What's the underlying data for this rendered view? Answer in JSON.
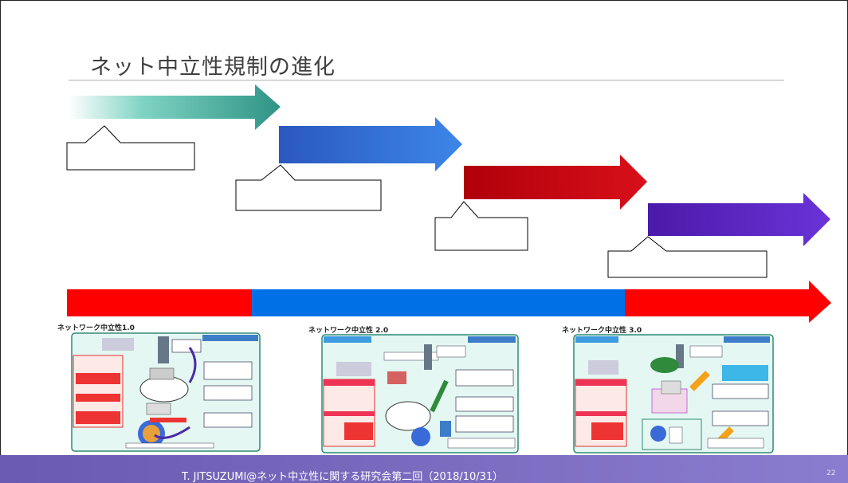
{
  "slide": {
    "title": "ネット中立性規制の進化",
    "footer_text": "T. JITSUZUMI@ネット中立性に関する研究会第二回（2018/10/31）",
    "page_number": "22"
  },
  "colors": {
    "arrow1": "#2e9d88",
    "arrow2": "#2f5fc4",
    "arrow3": "#b4000c",
    "arrow4": "#5b1fb0",
    "timeline_red": "#ff0000",
    "timeline_blue": "#0070e6",
    "footer": "#7466c0"
  },
  "thumbnails": [
    {
      "label": "ネットワーク中立性1.0"
    },
    {
      "label": "ネットワーク中立性 2.0"
    },
    {
      "label": "ネットワーク中立性 3.0"
    }
  ]
}
